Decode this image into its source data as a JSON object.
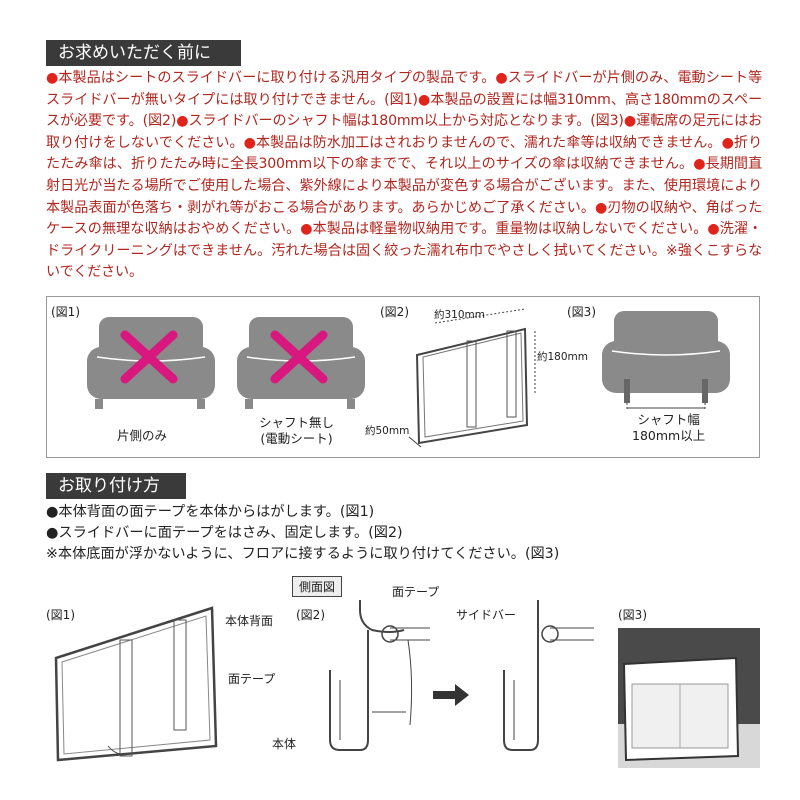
{
  "before": {
    "title": "お求めいただく前に",
    "bullet": "●",
    "items": [
      "本製品はシートのスライドバーに取り付ける汎用タイプの製品です。",
      "スライドバーが片側のみ、電動シート等スライドバーが無いタイプには取り付けできません。(図1)",
      "本製品の設置には幅310mm、高さ180mmのスペースが必要です。(図2)",
      "スライドバーのシャフト幅は180mm以上から対応となります。(図3)",
      "運転席の足元にはお取り付けをしないでください。",
      "本製品は防水加工はされおりませんので、濡れた傘等は収納できません。",
      "折りたたみ傘は、折りたたみ時に全長300mm以下の傘までで、それ以上のサイズの傘は収納できません。",
      "長期間直射日光が当たる場所でご使用した場合、紫外線により本製品が変色する場合がございます。また、使用環境により本製品表面が色落ち・剥がれ等がおこる場合があります。あらかじめご了承ください。",
      "刃物の収納や、角ばったケースの無理な収納はおやめください。",
      "本製品は軽量物収納用です。重量物は収納しないでください。",
      "洗濯・ドライクリーニングはできません。汚れた場合は固く絞った濡れ布巾でやさしく拭いてください。※強くこすらないでください。"
    ]
  },
  "figures_top": {
    "fig1_label": "(図1)",
    "fig1_left_caption": "片側のみ",
    "fig1_right_caption": "シャフト無し\n(電動シート)",
    "fig2_label": "(図2)",
    "fig2_width": "約310mm",
    "fig2_height": "約180mm",
    "fig2_depth": "約50mm",
    "fig3_label": "(図3)",
    "fig3_caption": "シャフト幅\n180mm以上"
  },
  "install": {
    "title": "お取り付け方法",
    "steps": [
      "●本体背面の面テープを本体からはがします。(図1)",
      "●スライドバーに面テープをはさみ、固定します。(図2)",
      "※本体底面が浮かないように、フロアに接するように取り付けてください。(図3)"
    ]
  },
  "figures_bottom": {
    "fig1_label": "(図1)",
    "back_label": "本体背面",
    "tape_label": "面テープ",
    "side_view": "側面図",
    "fig2_label": "(図2)",
    "fig2_tape_label": "面テープ",
    "slidebar_label": "サイドバー",
    "body_label": "本体",
    "fig3_label": "(図3)"
  },
  "colors": {
    "accent_red": "#e0241b",
    "text_red": "#b0271f",
    "header_bg": "#3a3a3a",
    "cross": "#d9187f",
    "seat_gray": "#8a8a8a"
  }
}
